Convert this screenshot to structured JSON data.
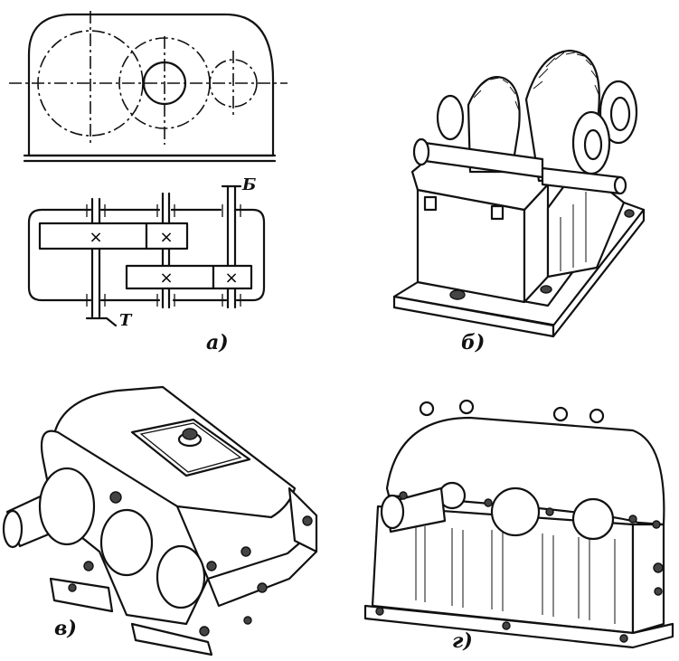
{
  "labels": {
    "panel_a": "а)",
    "panel_b": "б)",
    "panel_v": "в)",
    "panel_g": "г)",
    "shaft_b": "Б",
    "shaft_t": "Т"
  },
  "scheme_marks": [
    "×",
    "×",
    "×",
    "×"
  ]
}
